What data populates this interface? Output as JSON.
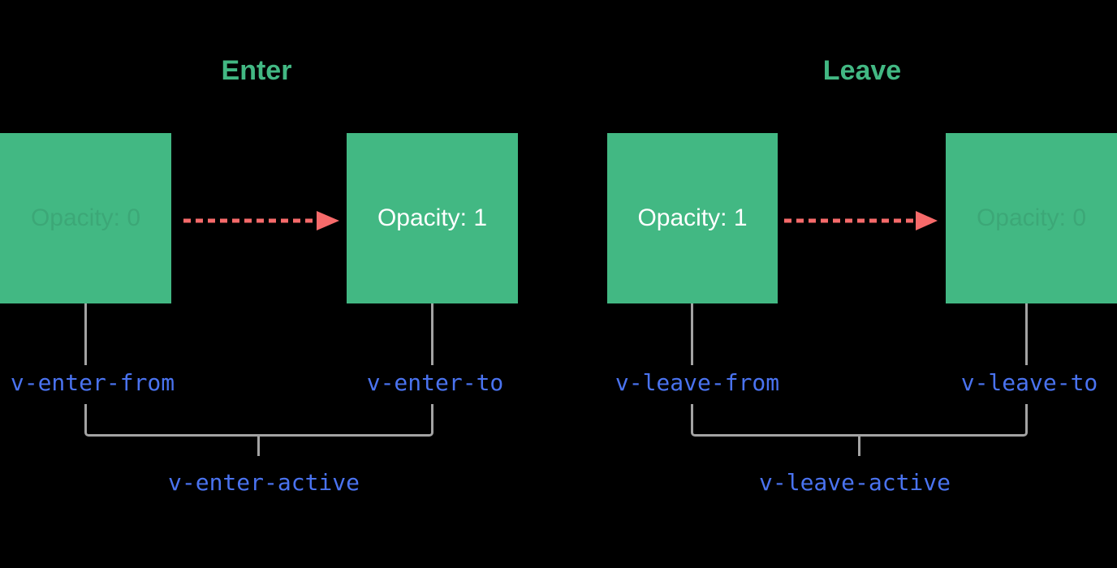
{
  "colors": {
    "background": "#000000",
    "box_green": "#42b883",
    "arrow_red": "#f66a6a",
    "class_label_blue": "#4a73f0",
    "connector_gray": "#a3a3a3",
    "opacity_text_white": "#ffffff"
  },
  "diagram": {
    "sections": [
      {
        "title": "Enter",
        "start_box_label": "Opacity: 0",
        "end_box_label": "Opacity: 1",
        "start_class": "v-enter-from",
        "end_class": "v-enter-to",
        "active_class": "v-enter-active"
      },
      {
        "title": "Leave",
        "start_box_label": "Opacity: 1",
        "end_box_label": "Opacity: 0",
        "start_class": "v-leave-from",
        "end_class": "v-leave-to",
        "active_class": "v-leave-active"
      }
    ]
  }
}
